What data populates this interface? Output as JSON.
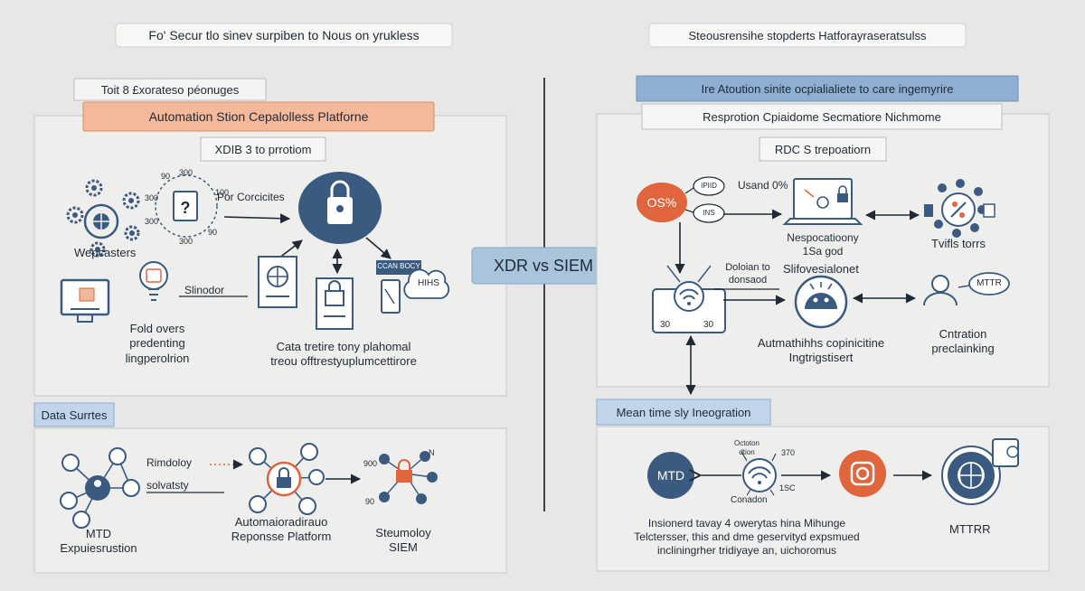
{
  "left": {
    "header": "Fo' Secur tlo sinev surpiben to Nous on yrukless",
    "small_pill": "Toit 8 £xorateso péonuges",
    "platform_title": "Automation Stion Cepalolless Platforne",
    "xdr_label": "XDIB 3 to prrotiom",
    "webcasters": "Wepcasters",
    "ticks": [
      "90",
      "300",
      "100",
      "300",
      "300",
      "300",
      "90"
    ],
    "por_label": "Por Corcicites",
    "stinodor": "Slinodor",
    "badge_text": "CCAN BOCY",
    "bubble_text": "HIHS",
    "fold_text": "Fold overs\npredenting\nlingperolrion",
    "data_text": "Cata tretire tony plahomal\ntreou offtrestyuplumcettirore",
    "data_sources": "Data Surrtes",
    "rimdoloy": "Rimdoloy",
    "solvatsty": "solvatsty",
    "mtd_text": "MTD\nExpuiesrustion",
    "auto_text": "Automaioradirauo\nReponsse Platform",
    "siem_text": "Steumoloy\nSIEM",
    "small_n": "N",
    "small_900": "900",
    "small_90": "90"
  },
  "center_badge": "XDR vs SIEM",
  "right": {
    "header": "Steousrensihe stopderts Hatforayraseratsulss",
    "top_pill": "Ire Atoution sinite ocpialialiete to care ingemyrire",
    "second_pill": "Resprotion Cpiaidome Secmatiore Nichmome",
    "rdc_label": "RDC S trepoatiorn",
    "os_badge": "OS%",
    "small_ids": [
      "IPIID",
      "INS"
    ],
    "usand": "Usand 0%",
    "nespoc": "Nespocatioony\n1Sa god",
    "tvifls": "Tvifls torrs",
    "doloan": "Doloian to\ndonsaod",
    "slifovesl": "Slifovesialonet",
    "box_numbers": [
      "30",
      "30"
    ],
    "mttr_bubble": "MTTR",
    "automat": "Autmathihhs copinicitine\nIngtrigstisert",
    "cntration": "Cntration\npreclainking",
    "mean_time": "Mean time sly Ineogration",
    "mtd_circle": "MTD",
    "octoton": "Octoton\ndtion",
    "n370": "370",
    "n150": "1SC",
    "conadon": "Conadon",
    "bottom_text": "Insionerd tavay 4 owerytas hina Mihunge\nTelctersser, this and dme geservityd expsmued\nincliningrher tridiyaye an, uichoromus",
    "mttrr": "MTTRR"
  },
  "colors": {
    "navy": "#3a5a80",
    "orange": "#e0643c",
    "peach": "#f4b89a",
    "blue_pill": "#8eaed2",
    "center_badge": "#aac4dc"
  }
}
